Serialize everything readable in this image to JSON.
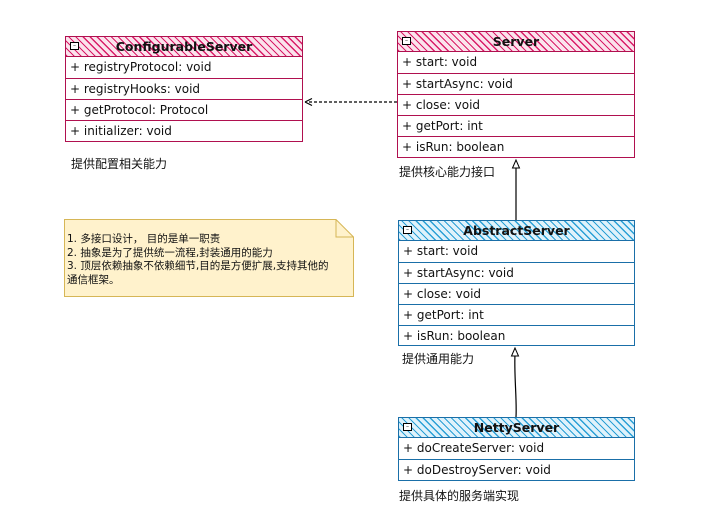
{
  "classes": {
    "configurable": {
      "name": "ConfigurableServer",
      "members": [
        "+ registryProtocol: void",
        "+ registryHooks: void",
        "+ getProtocol: Protocol",
        "+ initializer: void"
      ],
      "caption": "提供配置相关能力"
    },
    "server": {
      "name": "Server",
      "members": [
        "+ start: void",
        "+ startAsync: void",
        "+ close: void",
        "+ getPort: int",
        "+ isRun: boolean"
      ],
      "caption": "提供核心能力接口"
    },
    "abstract": {
      "name": "AbstractServer",
      "members": [
        "+ start: void",
        "+ startAsync: void",
        "+ close: void",
        "+ getPort: int",
        "+ isRun: boolean"
      ],
      "caption": "提供通用能力"
    },
    "netty": {
      "name": "NettyServer",
      "members": [
        "+ doCreateServer: void",
        "+ doDestroyServer: void"
      ],
      "caption": "提供具体的服务端实现"
    }
  },
  "note": {
    "lines": [
      "1. 多接口设计， 目的是单一职责",
      "2. 抽象是为了提供统一流程,封装通用的能力",
      "3. 顶层依赖抽象不依赖细节,目的是方便扩展,支持其他的",
      "通信框架。"
    ]
  },
  "colors": {
    "interface_border": "#b0104f",
    "interface_hatch": "#d91c68",
    "class_border": "#1a6fa8",
    "class_hatch": "#2aa0d6",
    "note_border": "#d6b656",
    "note_fill": "#fff2cc"
  }
}
